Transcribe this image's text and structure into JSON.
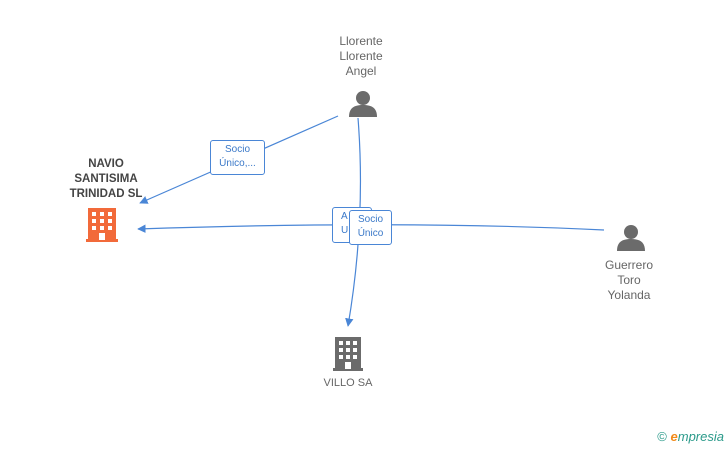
{
  "nodes": {
    "company_main": {
      "label": "NAVIO\nSANTISIMA\nTRINIDAD SL",
      "color": "#f26a3a"
    },
    "company_villo": {
      "label": "VILLO SA",
      "color": "#6b6b6b"
    },
    "person_llorente": {
      "label": "Llorente\nLlorente\nAngel",
      "color": "#6b6b6b"
    },
    "person_guerrero": {
      "label": "Guerrero\nToro\nYolanda",
      "color": "#6b6b6b"
    }
  },
  "edges": {
    "llorente_to_main": {
      "label": "Socio\nÚnico,..."
    },
    "overlap_back": {
      "label": "A\nU"
    },
    "guerrero_to_villo": {
      "label": "Socio\nÚnico"
    }
  },
  "colors": {
    "edge": "#4a86d6",
    "accent": "#f26a3a"
  },
  "brand": {
    "copyright": "©",
    "e": "e",
    "name": "mpresia"
  }
}
